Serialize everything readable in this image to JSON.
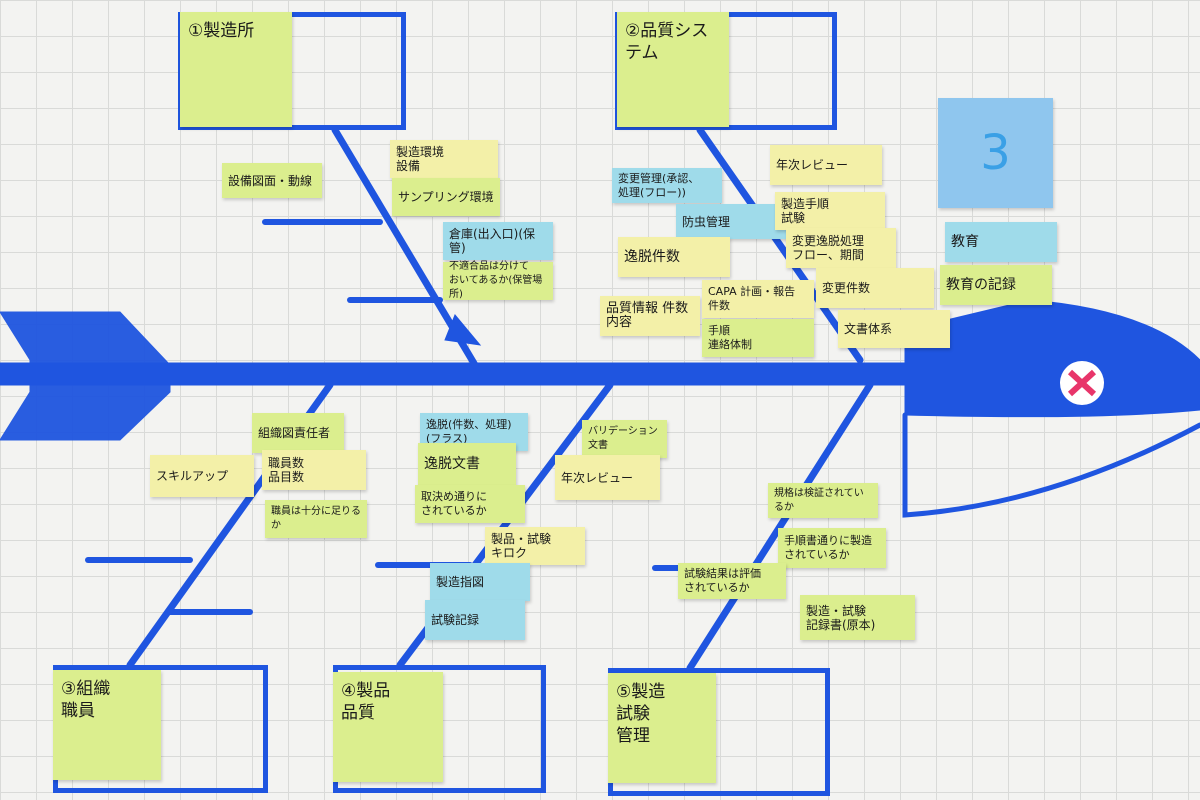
{
  "board_number": "3",
  "categories": [
    {
      "label": "①製造所"
    },
    {
      "label": "②品質システム"
    },
    {
      "label": "③組織\n 職員"
    },
    {
      "label": "④製品\n  品質"
    },
    {
      "label": "⑤製造\n 試験\n  管理"
    }
  ],
  "notes": [
    {
      "text": "設備図面・動線"
    },
    {
      "text": "製造環境\n設備"
    },
    {
      "text": "サンプリング環境"
    },
    {
      "text": "倉庫(出入口)(保管)"
    },
    {
      "text": "不適合品は分けて\nおいてあるか(保管場所)"
    },
    {
      "text": "変更管理(承認、\n処理(フロー))"
    },
    {
      "text": "防虫管理"
    },
    {
      "text": "逸脱件数"
    },
    {
      "text": "年次レビュー"
    },
    {
      "text": "製造手順\n試験"
    },
    {
      "text": "変更逸脱処理\nフロー、期間"
    },
    {
      "text": "CAPA 計画・報告\n件数"
    },
    {
      "text": "品質情報 件数\n内容"
    },
    {
      "text": "手順\n連絡体制"
    },
    {
      "text": "変更件数"
    },
    {
      "text": "文書体系"
    },
    {
      "text": "教育"
    },
    {
      "text": "教育の記録"
    },
    {
      "text": "組織図責任者"
    },
    {
      "text": "職員数\n品目数"
    },
    {
      "text": "スキルアップ"
    },
    {
      "text": "職員は十分に足りるか"
    },
    {
      "text": "逸脱(件数、処理)\n(フラス)"
    },
    {
      "text": "逸脱文書"
    },
    {
      "text": "取決め通りに\nされているか"
    },
    {
      "text": "バリデーション文書"
    },
    {
      "text": "年次レビュー"
    },
    {
      "text": "製品・試験\nキロク"
    },
    {
      "text": "製造指図"
    },
    {
      "text": "試験記録"
    },
    {
      "text": "規格は検証されているか"
    },
    {
      "text": "手順書通りに製造\nされているか"
    },
    {
      "text": "試験結果は評価\nされているか"
    },
    {
      "text": "製造・試験\n記録書(原本)"
    }
  ],
  "colors": {
    "marker": "#1f55e0",
    "green_note": "#dbee8e",
    "yellow_note": "#f3f0a8",
    "cyan_note": "#9fdbea",
    "red_mark": "#e8356a"
  }
}
